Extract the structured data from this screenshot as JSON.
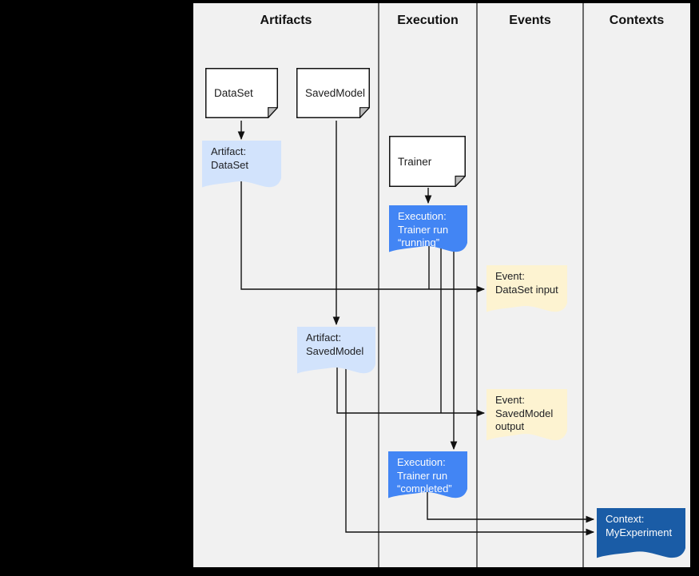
{
  "diagram": {
    "columns": [
      {
        "label": "Artifacts"
      },
      {
        "label": "Execution"
      },
      {
        "label": "Events"
      },
      {
        "label": "Contexts"
      }
    ],
    "nodes": {
      "dataset": {
        "type": "declared-type",
        "lines": [
          "DataSet"
        ]
      },
      "savedmodel": {
        "type": "declared-type",
        "lines": [
          "SavedModel"
        ]
      },
      "trainer": {
        "type": "declared-type",
        "lines": [
          "Trainer"
        ]
      },
      "artifact_dataset": {
        "type": "artifact",
        "lines": [
          "Artifact:",
          "DataSet"
        ]
      },
      "artifact_savedmodel": {
        "type": "artifact",
        "lines": [
          "Artifact:",
          "SavedModel"
        ]
      },
      "execution_running": {
        "type": "execution",
        "lines": [
          "Execution:",
          "Trainer run",
          "“running”"
        ]
      },
      "execution_completed": {
        "type": "execution",
        "lines": [
          "Execution:",
          "Trainer run",
          "“completed”"
        ]
      },
      "event_dataset_input": {
        "type": "event",
        "lines": [
          "Event:",
          "DataSet input"
        ]
      },
      "event_savedmodel_output": {
        "type": "event",
        "lines": [
          "Event:",
          "SavedModel",
          "output"
        ]
      },
      "context_myexperiment": {
        "type": "context",
        "lines": [
          "Context:",
          "MyExperiment"
        ]
      }
    },
    "edges": [
      {
        "from": "DataSet",
        "to": "Artifact: DataSet"
      },
      {
        "from": "Artifact: DataSet",
        "to": "Event: DataSet input"
      },
      {
        "from": "SavedModel",
        "to": "Artifact: SavedModel"
      },
      {
        "from": "Artifact: SavedModel",
        "to": "Event: SavedModel output"
      },
      {
        "from": "Artifact: SavedModel",
        "to": "Context: MyExperiment"
      },
      {
        "from": "Trainer",
        "to": "Execution: Trainer run “running”"
      },
      {
        "from": "Execution: Trainer run “running”",
        "to": "Event: DataSet input"
      },
      {
        "from": "Execution: Trainer run “running”",
        "to": "Event: SavedModel output"
      },
      {
        "from": "Execution: Trainer run “running”",
        "to": "Execution: Trainer run “completed”"
      },
      {
        "from": "Execution: Trainer run “completed”",
        "to": "Context: MyExperiment"
      }
    ]
  },
  "colors": {
    "frame_bg": "#000000",
    "panel_bg": "#f1f1f1",
    "note_fill": "#ffffff",
    "artifact_fill": "#d2e3fc",
    "execution_fill": "#4285f4",
    "event_fill": "#fdf3d1",
    "context_fill": "#1a5ca6",
    "line_color": "#111111"
  }
}
